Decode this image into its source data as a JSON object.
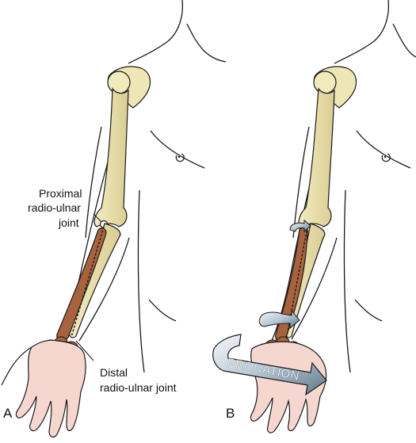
{
  "panel_a": {
    "letter": "A",
    "label_proximal_line1": "Proximal",
    "label_proximal_line2": "radio-ulnar",
    "label_proximal_line3": "joint",
    "label_distal_line1": "Distal",
    "label_distal_line2": "radio-ulnar joint"
  },
  "panel_b": {
    "letter": "B",
    "arrow_label": "PRONATION"
  },
  "colors": {
    "bone": "#eee6b4",
    "bone_shade": "#cfc385",
    "radius_bone": "#a8633e",
    "radius_shade": "#7b4227",
    "skin_hand": "#f6d7d0",
    "outline": "#1a1a1a",
    "arrow_light": "#e9eef2",
    "arrow_mid": "#aebfcc",
    "arrow_dark": "#5f7688"
  }
}
